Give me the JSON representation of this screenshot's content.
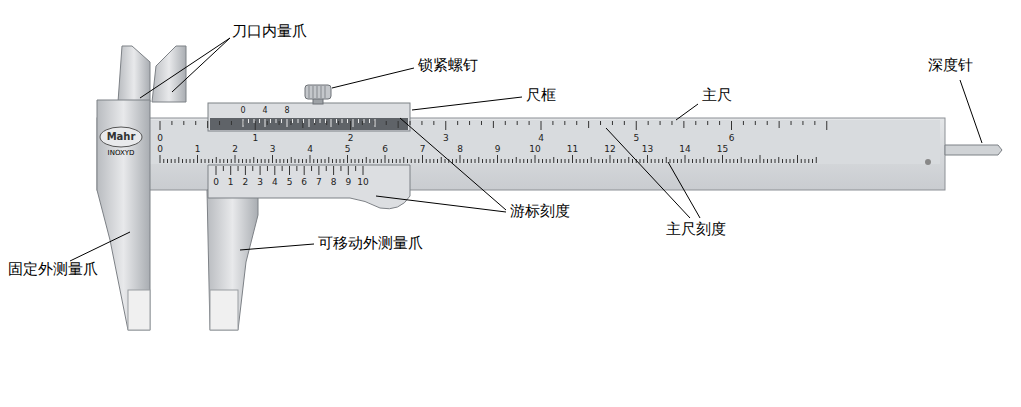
{
  "diagram": {
    "labels": [
      "刀口内量爪",
      "锁紧螺钉",
      "尺框",
      "主尺",
      "深度针",
      "游标刻度",
      "主尺刻度",
      "固定外测量爪",
      "可移动外测量爪",
      "Mahr",
      "INOXYD",
      "0",
      "4",
      "8",
      "0",
      "1",
      "2",
      "3",
      "4",
      "5",
      "6",
      "0",
      "1",
      "2",
      "3",
      "4",
      "5",
      "6",
      "7",
      "8",
      "9",
      "10",
      "11",
      "12",
      "13",
      "14",
      "15",
      "0",
      "1",
      "2",
      "3",
      "4",
      "5",
      "6",
      "7",
      "8",
      "9",
      "10"
    ]
  }
}
